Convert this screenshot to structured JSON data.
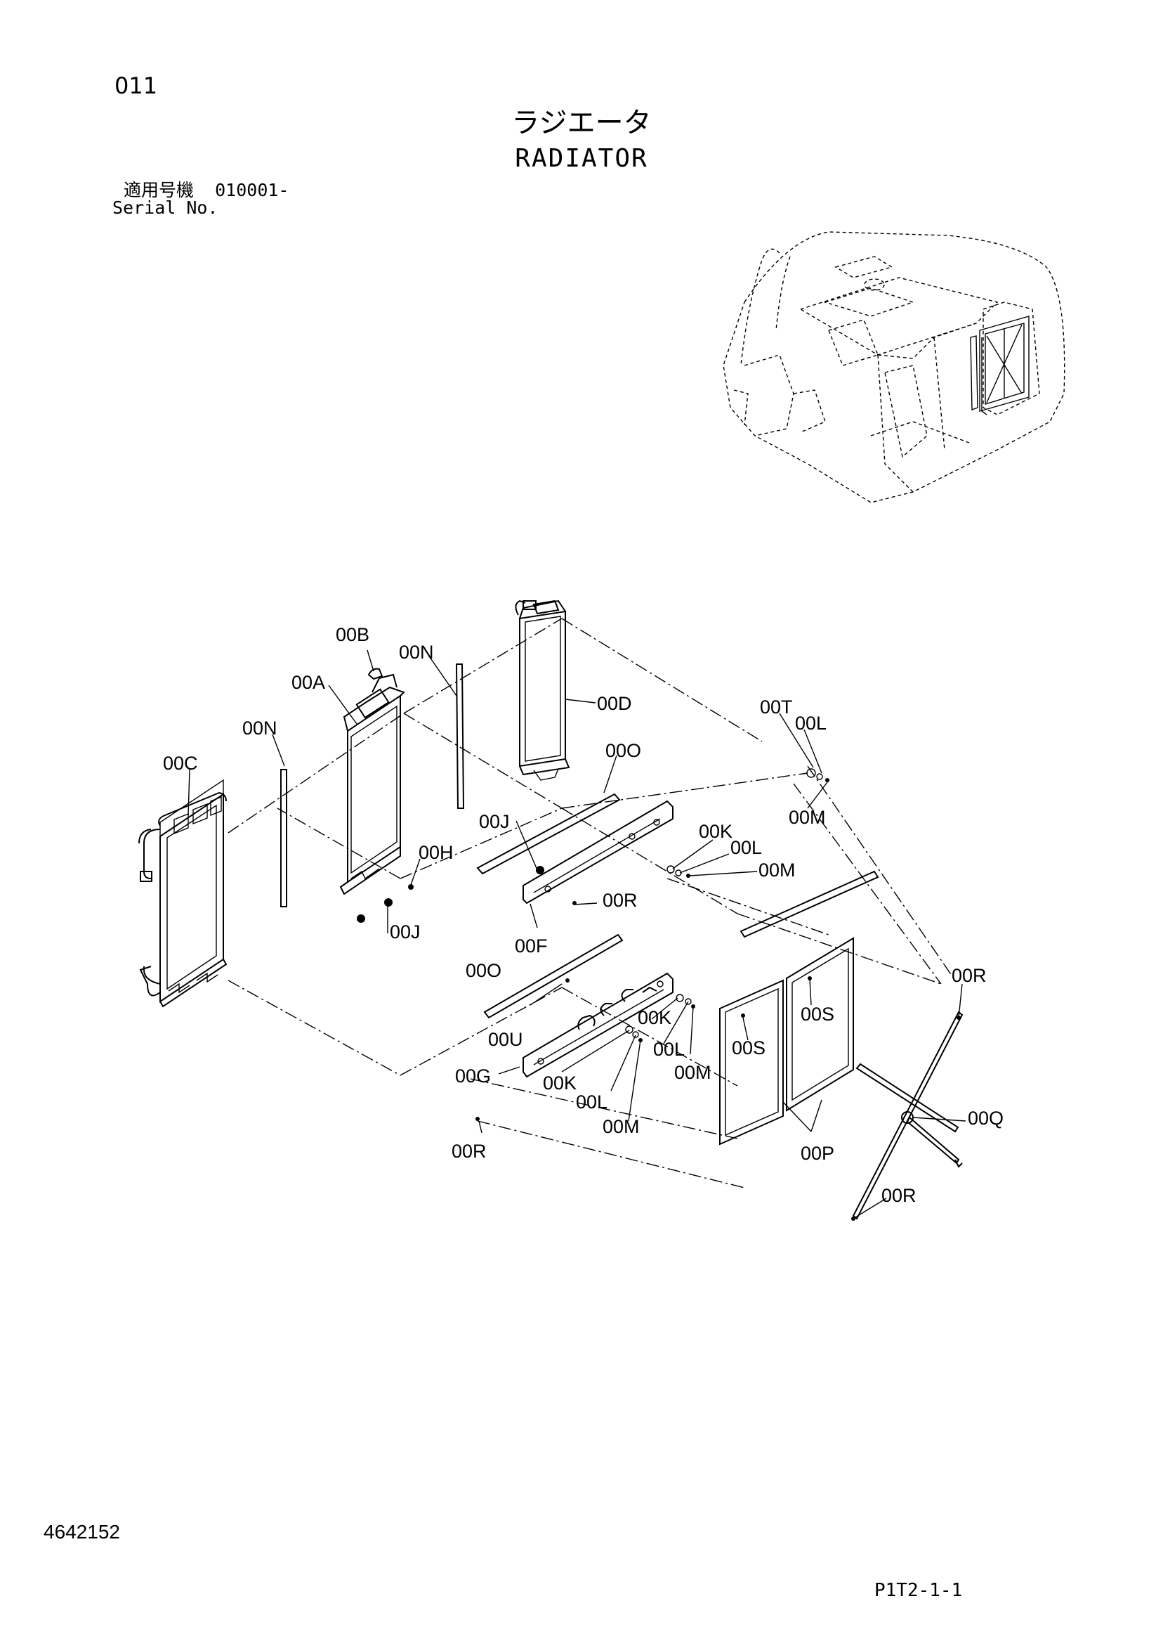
{
  "header": {
    "page_number": "011",
    "title_jp": "ラジエータ",
    "title_en": "RADIATOR",
    "serial_label_jp": "適用号機",
    "serial_value": "010001-",
    "serial_label_en": "Serial No."
  },
  "footer": {
    "document_number": "4642152",
    "page_reference": "P1T2-1-1"
  },
  "callouts": {
    "a": "00A",
    "b": "00B",
    "c": "00C",
    "d": "00D",
    "f": "00F",
    "g": "00G",
    "h": "00H",
    "j": "00J",
    "k": "00K",
    "l": "00L",
    "m": "00M",
    "n": "00N",
    "o": "00O",
    "p": "00P",
    "q": "00Q",
    "r": "00R",
    "s": "00S",
    "t": "00T",
    "u": "00U"
  }
}
